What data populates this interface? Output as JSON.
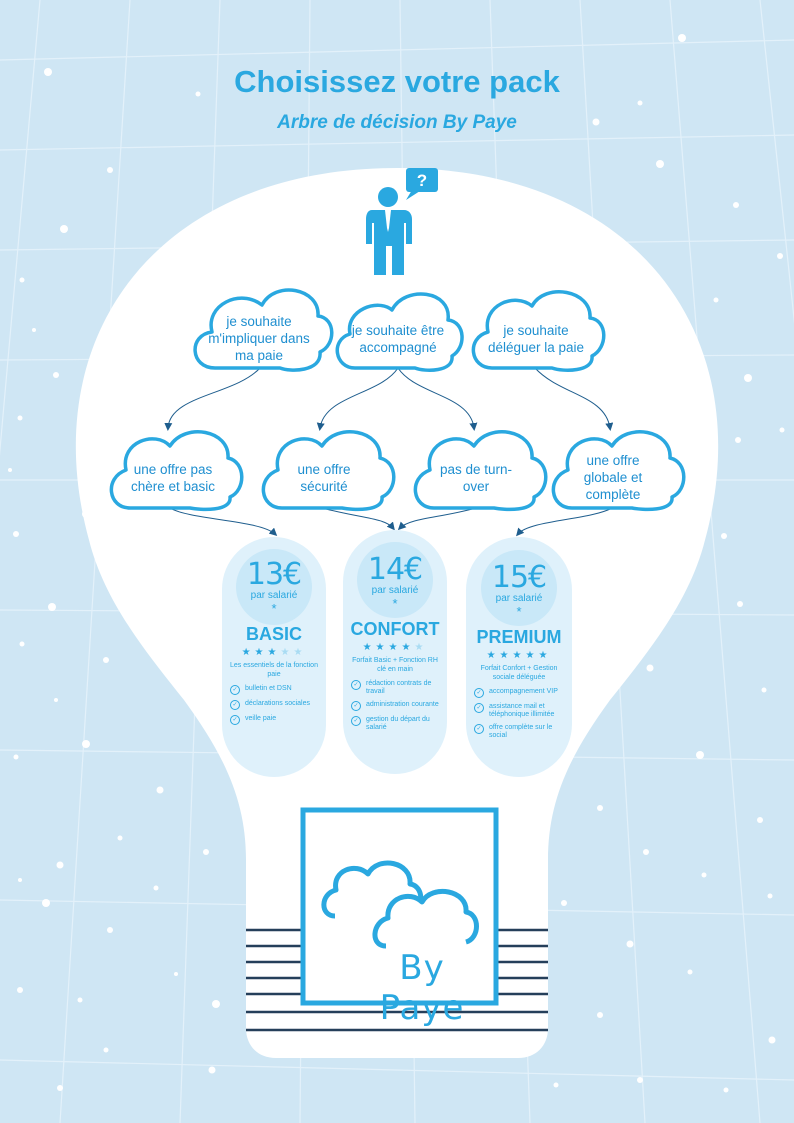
{
  "header": {
    "title": "Choisissez votre pack",
    "subtitle": "Arbre de décision By Paye"
  },
  "question_bubble": "?",
  "choices": [
    {
      "label": "je souhaite m'impliquer dans ma paie"
    },
    {
      "label": "je souhaite être accompagné"
    },
    {
      "label": "je souhaite déléguer la paie"
    }
  ],
  "criteria": [
    {
      "label": "une offre pas chère et basic"
    },
    {
      "label": "une offre sécurité"
    },
    {
      "label": "pas de turn-over"
    },
    {
      "label": "une offre globale et complète"
    }
  ],
  "packs": [
    {
      "price": "13€",
      "per": "par salarié",
      "asterisk": "*",
      "name": "BASIC",
      "rating": 3,
      "rating_max": 5,
      "description": "Les essentiels de la fonction paie",
      "features": [
        "bulletin et DSN",
        "déclarations sociales",
        "veille paie"
      ]
    },
    {
      "price": "14€",
      "per": "par salarié",
      "asterisk": "*",
      "name": "CONFORT",
      "rating": 4,
      "rating_max": 5,
      "description": "Forfait Basic + Fonction RH clé en main",
      "features": [
        "rédaction contrats de travail",
        "administration courante",
        "gestion du départ du salarié"
      ]
    },
    {
      "price": "15€",
      "per": "par salarié",
      "asterisk": "*",
      "name": "PREMIUM",
      "rating": 5,
      "rating_max": 5,
      "description": "Forfait Confort + Gestion sociale déléguée",
      "features": [
        "accompagnement VIP",
        "assistance mail et téléphonique illimitée",
        "offre complète sur le social"
      ]
    }
  ],
  "brand": {
    "name": "By Paye"
  },
  "icons": {
    "question": "person-question-icon",
    "check": "check-circle-icon",
    "star": "star-icon",
    "logo": "cloud-logo-icon"
  },
  "colors": {
    "background": "#cfe6f4",
    "accent": "#2aa8e0",
    "cloud_stroke": "#2aa8e0",
    "arrow": "#1f5e8e",
    "pill": "#dff1fb",
    "dark_lines": "#253f5a"
  }
}
